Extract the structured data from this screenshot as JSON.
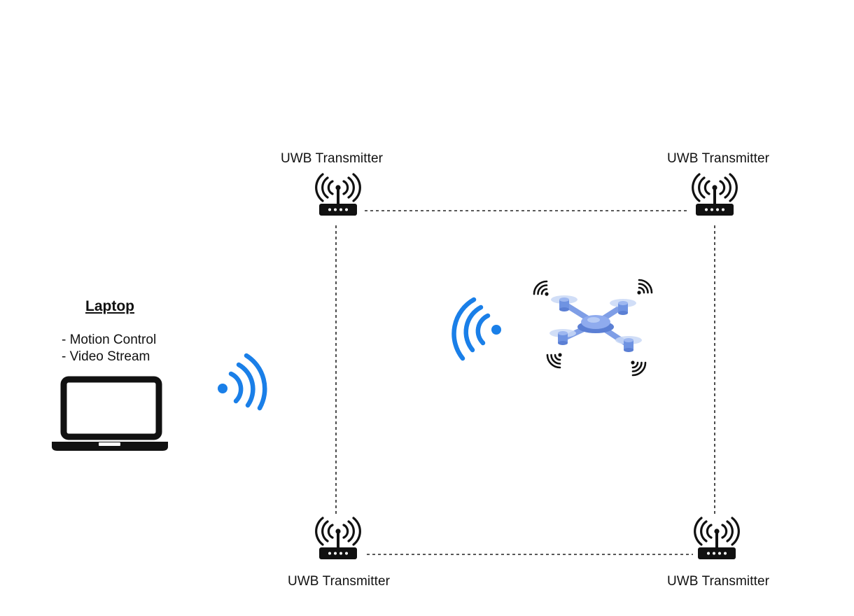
{
  "colors": {
    "wireless_signal": "#1a7fe8",
    "drone_body": "#7b9ee8",
    "icon_dark": "#111111",
    "connector_line": "#222222"
  },
  "transmitters": [
    {
      "id": "top-left",
      "label": "UWB Transmitter",
      "icon": "router-antenna-icon"
    },
    {
      "id": "top-right",
      "label": "UWB Transmitter",
      "icon": "router-antenna-icon"
    },
    {
      "id": "bottom-left",
      "label": "UWB Transmitter",
      "icon": "router-antenna-icon"
    },
    {
      "id": "bottom-right",
      "label": "UWB Transmitter",
      "icon": "router-antenna-icon"
    }
  ],
  "laptop": {
    "title": "Laptop",
    "features": [
      "- Motion Control",
      "- Video Stream"
    ],
    "icon": "laptop-icon"
  },
  "drone": {
    "icon": "drone-icon",
    "signal_icon": "wifi-signal-icon"
  },
  "links": [
    {
      "from": "top-left",
      "to": "top-right",
      "style": "dashed"
    },
    {
      "from": "bottom-left",
      "to": "bottom-right",
      "style": "dashed"
    },
    {
      "from": "top-left",
      "to": "bottom-left",
      "style": "dashed"
    },
    {
      "from": "top-right",
      "to": "bottom-right",
      "style": "dashed"
    }
  ]
}
